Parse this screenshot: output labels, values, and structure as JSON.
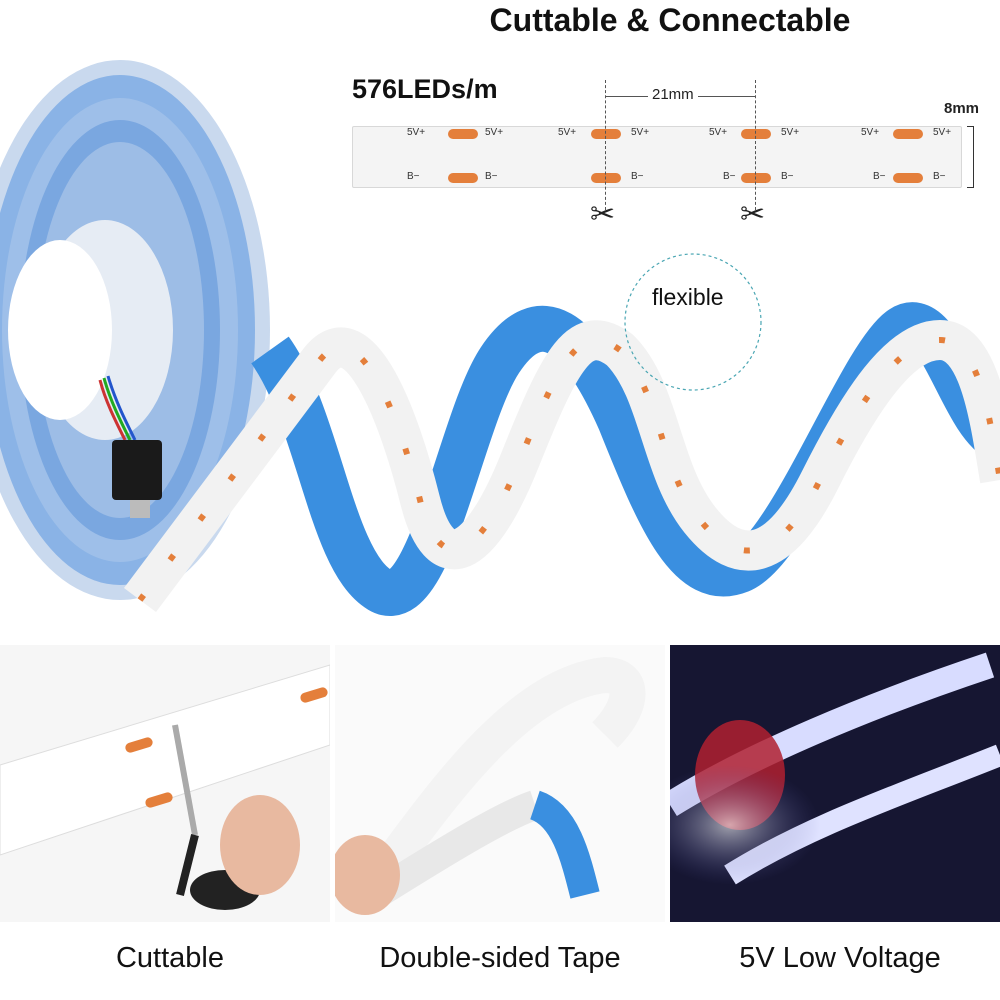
{
  "header": {
    "title": "Cuttable & Connectable",
    "density": "576LEDs/m"
  },
  "strip_diagram": {
    "spacing": "21mm",
    "width": "8mm",
    "positive_label": "5V+",
    "negative_label": "B−"
  },
  "hero": {
    "flexible_label": "flexible"
  },
  "panels": [
    {
      "caption": "Cuttable"
    },
    {
      "caption": "Double-sided Tape"
    },
    {
      "caption": "5V Low Voltage"
    }
  ],
  "colors": {
    "strip_white": "#f4f4f4",
    "pad_orange": "#e47f3b",
    "tape_blue": "#3a8fe0",
    "reel_blue": "#8ab3e6"
  }
}
